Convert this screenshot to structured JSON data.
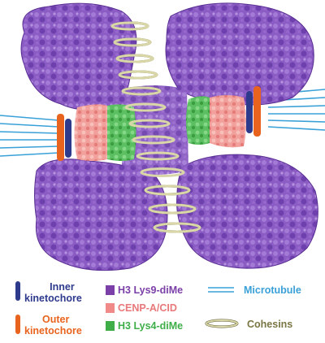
{
  "legend": {
    "inner_kinetochore": {
      "line1": "Inner",
      "line2": "kinetochore",
      "color": "#2e3a8c"
    },
    "outer_kinetochore": {
      "line1": "Outer",
      "line2": "kinetochore",
      "color": "#e8641e"
    },
    "h3_lys9": {
      "label": "H3 Lys9-diMe",
      "color": "#7b3fa8"
    },
    "cenp_a": {
      "label": "CENP-A/CID",
      "color": "#ef8a88"
    },
    "h3_lys4": {
      "label": "H3 Lys4-diMe",
      "color": "#3fae49"
    },
    "microtubule": {
      "label": "Microtubule",
      "color": "#3aa0d8"
    },
    "cohesins": {
      "label": "Cohesins",
      "color": "#7a7544"
    }
  },
  "colors": {
    "heterochromatin": "#8a5cc4",
    "heterochromatin_dark": "#6a3aa8",
    "cenp_a": "#f2a09c",
    "h3_lys4": "#5cc062",
    "cohesin_ring": "#d9d6a8"
  }
}
